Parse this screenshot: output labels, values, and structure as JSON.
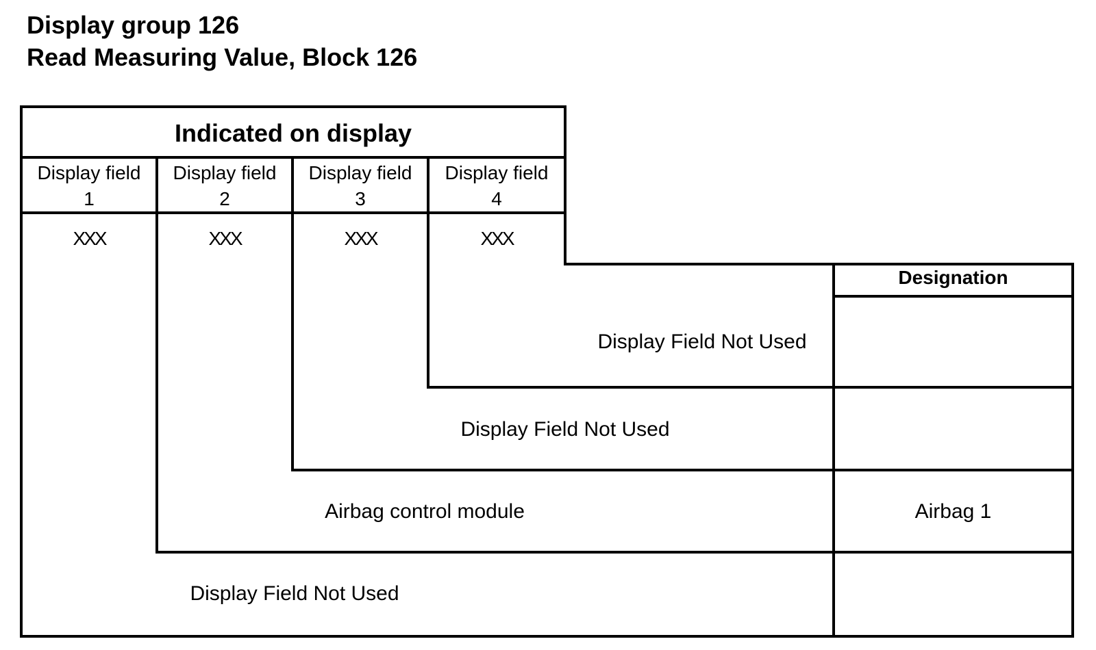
{
  "header": {
    "line1": "Display group 126",
    "line2": "Read Measuring Value, Block 126"
  },
  "table": {
    "indicated_header": "Indicated on display",
    "designation_header": "Designation",
    "fields": [
      {
        "label": "Display field",
        "number": "1",
        "value": "XXX"
      },
      {
        "label": "Display field",
        "number": "2",
        "value": "XXX"
      },
      {
        "label": "Display field",
        "number": "3",
        "value": "XXX"
      },
      {
        "label": "Display field",
        "number": "4",
        "value": "XXX"
      }
    ],
    "rows": [
      {
        "text": "Display Field Not Used",
        "designation": ""
      },
      {
        "text": "Display Field Not Used",
        "designation": ""
      },
      {
        "text": "Airbag control module",
        "designation": "Airbag 1"
      },
      {
        "text": "Display Field Not Used",
        "designation": ""
      }
    ]
  }
}
